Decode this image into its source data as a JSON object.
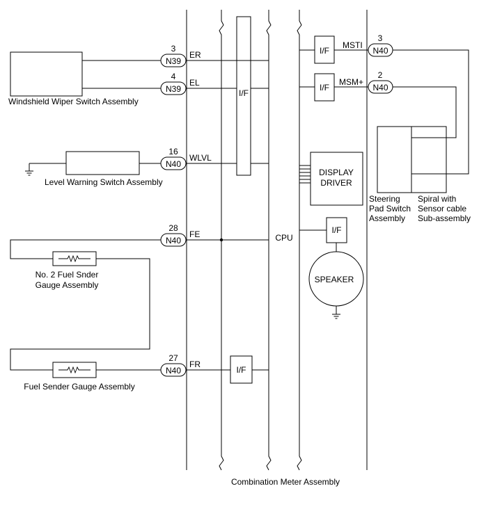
{
  "meter": {
    "title": "Combination Meter Assembly",
    "cpu_label": "CPU",
    "if_label": "I/F",
    "display_driver_line1": "DISPLAY",
    "display_driver_line2": "DRIVER",
    "speaker_label": "SPEAKER"
  },
  "connectors": [
    {
      "pin": "3",
      "conn": "N39",
      "signal": "ER"
    },
    {
      "pin": "4",
      "conn": "N39",
      "signal": "EL"
    },
    {
      "pin": "16",
      "conn": "N40",
      "signal": "WLVL"
    },
    {
      "pin": "28",
      "conn": "N40",
      "signal": "FE"
    },
    {
      "pin": "27",
      "conn": "N40",
      "signal": "FR"
    },
    {
      "pin": "3",
      "conn": "N40",
      "signal": "MSTI"
    },
    {
      "pin": "2",
      "conn": "N40",
      "signal": "MSM+"
    }
  ],
  "components": {
    "wiper_switch": "Windshield Wiper Switch Assembly",
    "level_warning": "Level Warning Switch Assembly",
    "no2_fuel_line1": "No. 2 Fuel Snder",
    "no2_fuel_line2": "Gauge Assembly",
    "fuel_sender": "Fuel Sender Gauge Assembly",
    "steering_pad": [
      "Steering",
      "Pad Switch",
      "Assembly"
    ],
    "spiral": [
      "Spiral with",
      "Sensor cable",
      "Sub-assembly"
    ]
  }
}
